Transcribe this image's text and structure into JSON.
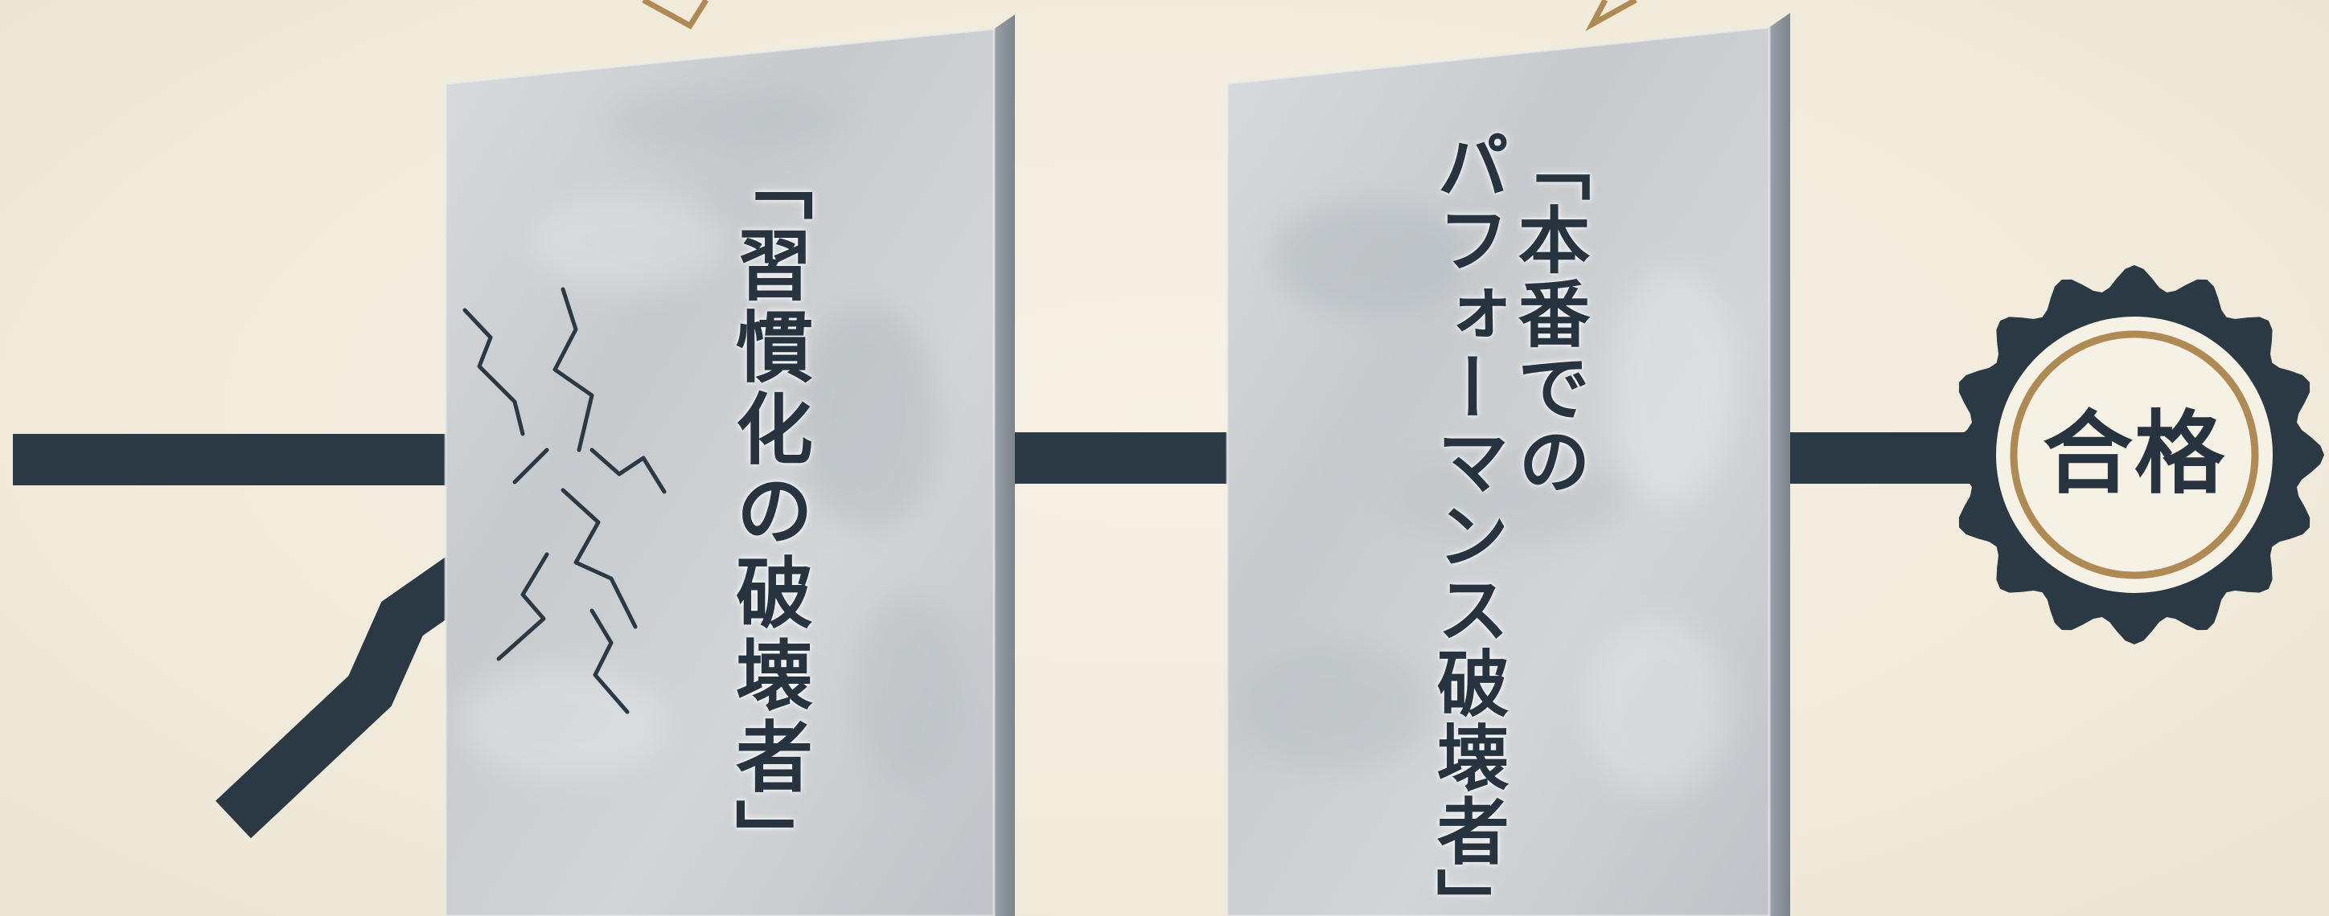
{
  "colors": {
    "background": "#f3eddf",
    "line": "#2b3945",
    "text": "#27343f",
    "panel": "#c9cccf",
    "panel_edge": "#8e959b",
    "seal_ring": "#b08a55",
    "seal_fill": "#f6f1e5",
    "arrow_outline": "#b08a55"
  },
  "barriers": [
    {
      "label": "「習慣化の破壊者」",
      "state": "broken",
      "icon": "crack-icon"
    },
    {
      "label": "「本番での\nパフォーマンス破壊者」",
      "state": "intact"
    }
  ],
  "goal": {
    "label": "合格",
    "icon": "badge-seal-icon"
  }
}
